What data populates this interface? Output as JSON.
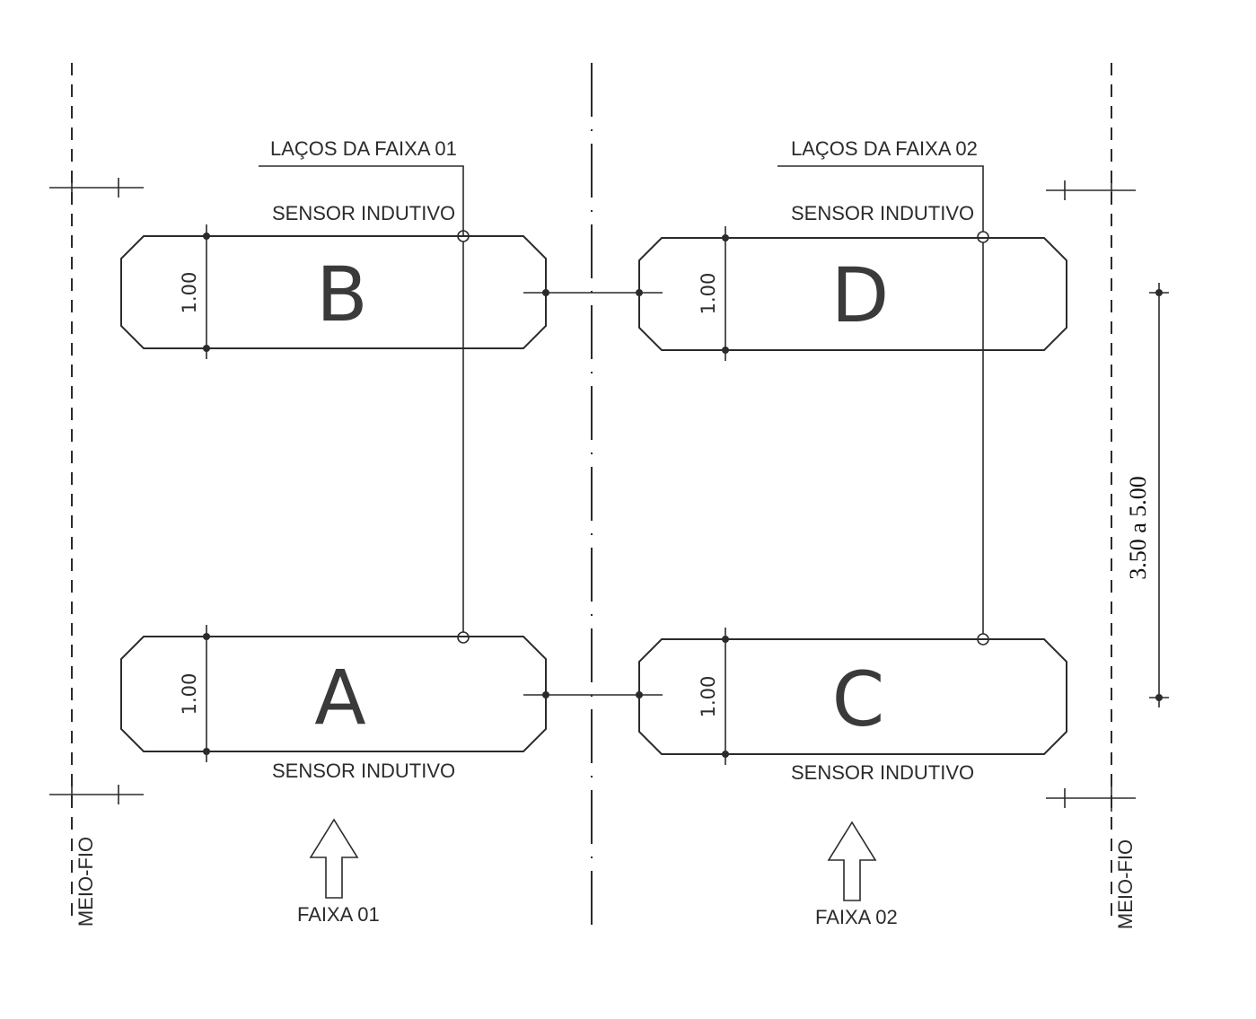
{
  "labels": {
    "loops_lane1": "LAÇOS DA FAIXA 01",
    "loops_lane2": "LAÇOS DA FAIXA 02",
    "sensor_b": "SENSOR INDUTIVO",
    "sensor_d": "SENSOR INDUTIVO",
    "sensor_a": "SENSOR INDUTIVO",
    "sensor_c": "SENSOR INDUTIVO",
    "lane1": "FAIXA 01",
    "lane2": "FAIXA 02",
    "curb_left": "MEIO-FIO",
    "curb_right": "MEIO-FIO",
    "spacing": "3.50 a 5.00"
  },
  "loops": {
    "b": {
      "letter": "B",
      "width_dim": "1.00"
    },
    "d": {
      "letter": "D",
      "width_dim": "1.00"
    },
    "a": {
      "letter": "A",
      "width_dim": "1.00"
    },
    "c": {
      "letter": "C",
      "width_dim": "1.00"
    }
  }
}
